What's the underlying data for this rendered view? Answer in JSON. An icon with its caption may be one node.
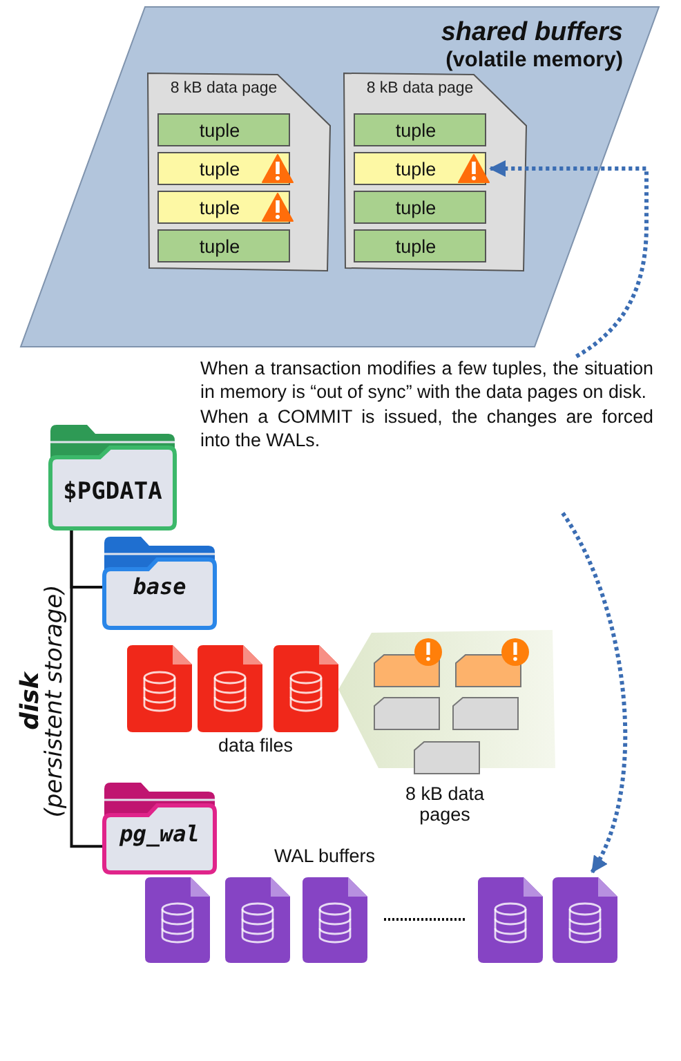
{
  "diagram": {
    "nodes": [
      {
        "text": [
          "shared buffers",
          "(volatile memory)"
        ]
      },
      {
        "text": [
          "8 kB data page"
        ],
        "in": 0
      },
      {
        "text": [
          "tuple"
        ],
        "in": 1
      },
      {
        "text": [
          "tuple"
        ],
        "in": 1
      },
      {
        "text": [
          "tuple"
        ],
        "in": 1
      },
      {
        "text": [
          "tuple"
        ],
        "in": 1
      },
      {
        "text": [
          "8 kB data page"
        ],
        "in": 0
      },
      {
        "text": [
          "tuple"
        ],
        "in": 6
      },
      {
        "text": [
          "tuple"
        ],
        "in": 6
      },
      {
        "text": [
          "tuple"
        ],
        "in": 6
      },
      {
        "text": [
          "tuple"
        ],
        "in": 6
      },
      {
        "text": [
          "When a transaction modifies a few tuples, the situation in memory is “out of sync” with the data pages on disk.",
          "When a COMMIT is issued, the changes are forced into the WALs."
        ]
      },
      {
        "text": [
          "$PGDATA"
        ]
      },
      {
        "text": [
          "base"
        ]
      },
      {
        "text": [
          "pg_wal"
        ]
      },
      {
        "text": [],
        "shape": "file"
      },
      {
        "text": [],
        "shape": "file"
      },
      {
        "text": [],
        "shape": "file"
      },
      {
        "text": [],
        "shape": "file"
      },
      {
        "text": [],
        "shape": "file"
      },
      {
        "text": [],
        "shape": "file"
      },
      {
        "text": [],
        "shape": "file"
      },
      {
        "text": [],
        "shape": "file"
      }
    ],
    "edges": [
      {
        "from": 11,
        "to": 8,
        "arrow": "to",
        "style": "dashed",
        "color": "#3b6db3"
      },
      {
        "from": 11,
        "to": 22,
        "arrow": "to",
        "style": "dashed",
        "color": "#3b6db3"
      },
      {
        "from": 12,
        "to": 13,
        "arrow": "none",
        "color": "#111111"
      },
      {
        "from": 12,
        "to": 14,
        "arrow": "none",
        "color": "#111111"
      }
    ],
    "labels": [
      "disk",
      "(persistent storage)",
      "data files",
      "8 kB data pages",
      "WAL buffers"
    ]
  }
}
